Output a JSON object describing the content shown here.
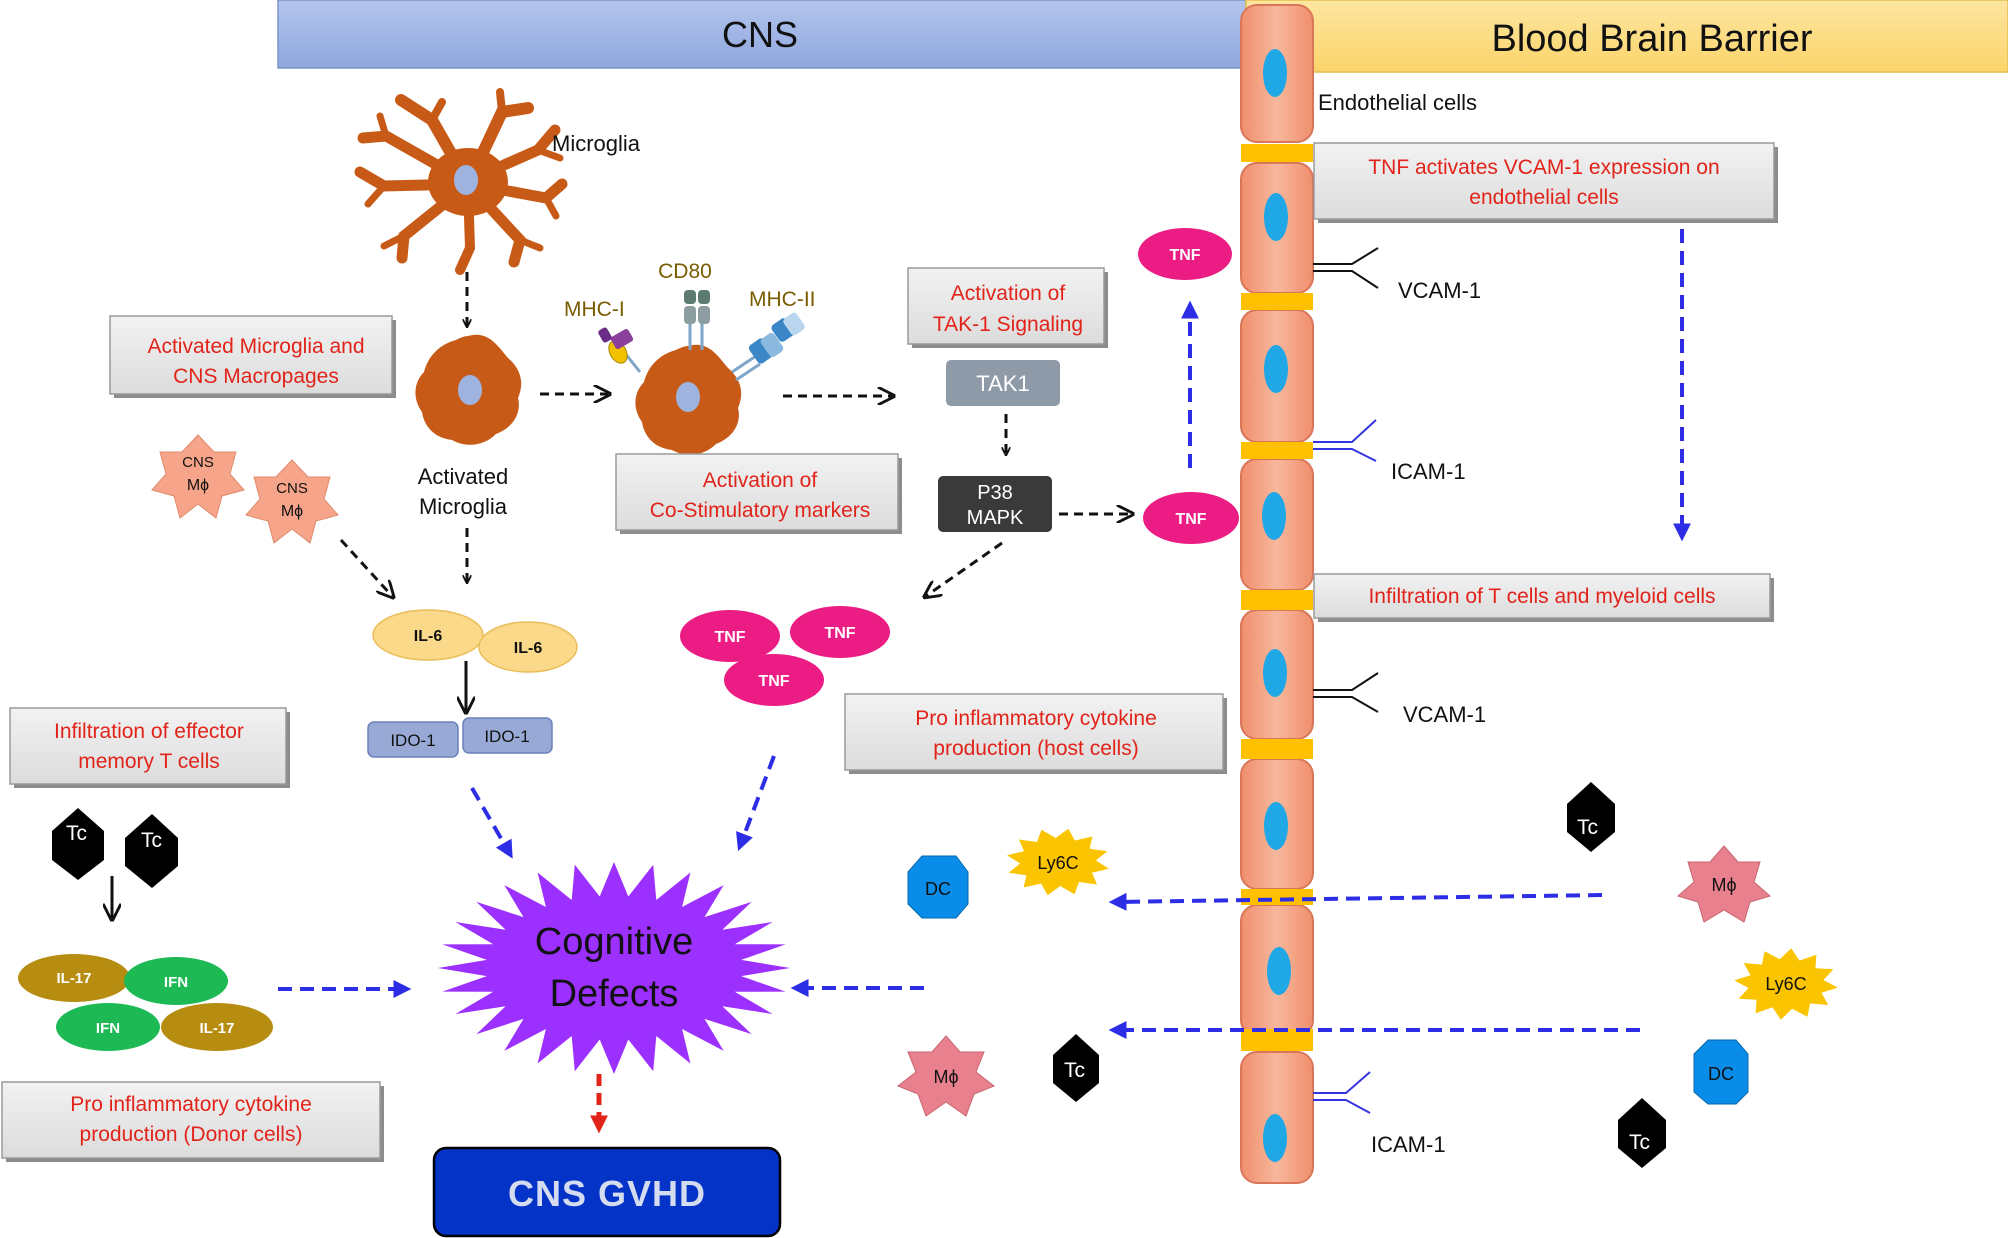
{
  "header": {
    "cns": "CNS",
    "bbb": "Blood Brain Barrier"
  },
  "labels": {
    "microglia": "Microglia",
    "activated_microglia_line1": "Activated",
    "activated_microglia_line2": "Microglia",
    "endothelial": "Endothelial cells",
    "cd80": "CD80",
    "mhc1": "MHC-I",
    "mhc2": "MHC-II",
    "vcam1_a": "VCAM-1",
    "icam1_a": "ICAM-1",
    "vcam1_b": "VCAM-1",
    "icam1_b": "ICAM-1"
  },
  "boxes": {
    "activated_microglia": [
      "Activated Microglia and",
      "CNS Macropages"
    ],
    "costim": [
      "Activation of",
      "Co-Stimulatory markers"
    ],
    "tak1_signal": [
      "Activation of",
      "TAK-1 Signaling"
    ],
    "tnf_vcam": [
      "TNF activates VCAM-1 expression on",
      "endothelial cells"
    ],
    "infiltration_tmyeloid": [
      "Infiltration of T cells and myeloid cells"
    ],
    "proinflam_host": [
      "Pro inflammatory cytokine",
      "production (host cells)"
    ],
    "infiltration_effector": [
      "Infiltration of effector",
      "memory T cells"
    ],
    "proinflam_donor": [
      "Pro inflammatory cytokine",
      "production (Donor cells)"
    ]
  },
  "nodes": {
    "tak1": "TAK1",
    "p38_line1": "P38",
    "p38_line2": "MAPK",
    "tnf": "TNF",
    "il6": "IL-6",
    "ido1": "IDO-1",
    "il17": "IL-17",
    "ifn": "IFN",
    "cns_mphi_line1": "CNS",
    "cns_mphi_line2": "Mϕ",
    "mphi": "Mϕ",
    "tc": "Tc",
    "dc": "DC",
    "ly6c": "Ly6C",
    "cognitive_line1": "Cognitive",
    "cognitive_line2": "Defects",
    "gvhd": "CNS GVHD"
  },
  "colors": {
    "cns_header": "#9fb4e4",
    "bbb_header": "#fcd97a",
    "microglia": "#c85a17",
    "endothelium": "#f3a88a",
    "junction": "#ffc000",
    "nucleus": "#1fa7e6",
    "tnf": "#ec1c85",
    "il6": "#fbd98b",
    "ido1": "#98a9d6",
    "il17": "#b68d10",
    "ifn": "#1db954",
    "cognitive": "#9b30ff",
    "gvhd": "#0433c8",
    "dc": "#0a8de8",
    "ly6c": "#fbc400",
    "mphi": "#e8808e",
    "cns_mphi": "#f6a58a",
    "tc": "#000000",
    "box_text": "#e2231a",
    "blue_arrow": "#2d2de6",
    "red_arrow": "#e2231a"
  }
}
